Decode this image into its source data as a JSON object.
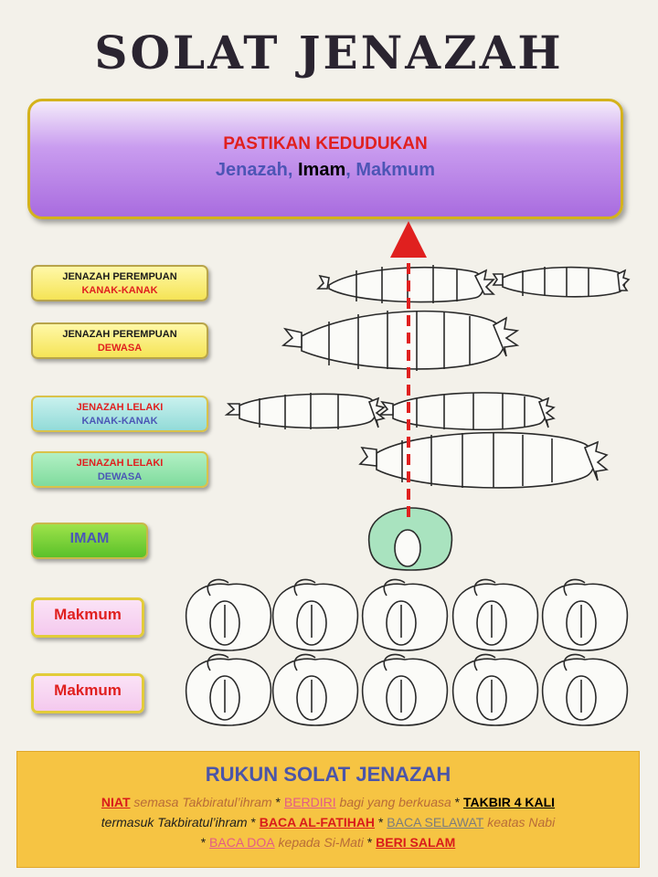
{
  "title": "SOLAT  JENAZAH",
  "banner": {
    "line1": "PASTIKAN KEDUDUKAN",
    "jenazah": "Jenazah",
    "comma1": ", ",
    "imam": "Imam",
    "comma2": ", ",
    "makmum": "Makmum"
  },
  "labels": {
    "perempuan_kanak_1": "JENAZAH PEREMPUAN",
    "perempuan_kanak_2": "KANAK-KANAK",
    "perempuan_dewasa_1": "JENAZAH PEREMPUAN",
    "perempuan_dewasa_2": "DEWASA",
    "lelaki_kanak_1": "JENAZAH LELAKI",
    "lelaki_kanak_2": "KANAK-KANAK",
    "lelaki_dewasa_1": "JENAZAH LELAKI",
    "lelaki_dewasa_2": "DEWASA",
    "imam": "IMAM",
    "makmum_1": "Makmum",
    "makmum_2": "Makmum"
  },
  "rukun": {
    "title": "RUKUN SOLAT JENAZAH",
    "niat": "NIAT",
    "niat_desc": " semasa Takbiratul’ihram ",
    "star": "*",
    "berdiri": "BERDIRI",
    "berdiri_desc": " bagi yang berkuasa ",
    "takbir": "TAKBIR 4 KALI",
    "takbir_desc": "termasuk Takbiratul’ihram ",
    "fatihah": "BACA AL-FATIHAH",
    "selawat": "BACA SELAWAT",
    "selawat_desc": " keatas Nabi",
    "doa": "BACA DOA",
    "doa_desc": " kepada Si-Mati ",
    "salam": "BERI SALAM"
  },
  "colors": {
    "red": "#e0201f",
    "blue": "#4b57b6",
    "gold": "#f6c443",
    "purple": "#a96cdf"
  }
}
